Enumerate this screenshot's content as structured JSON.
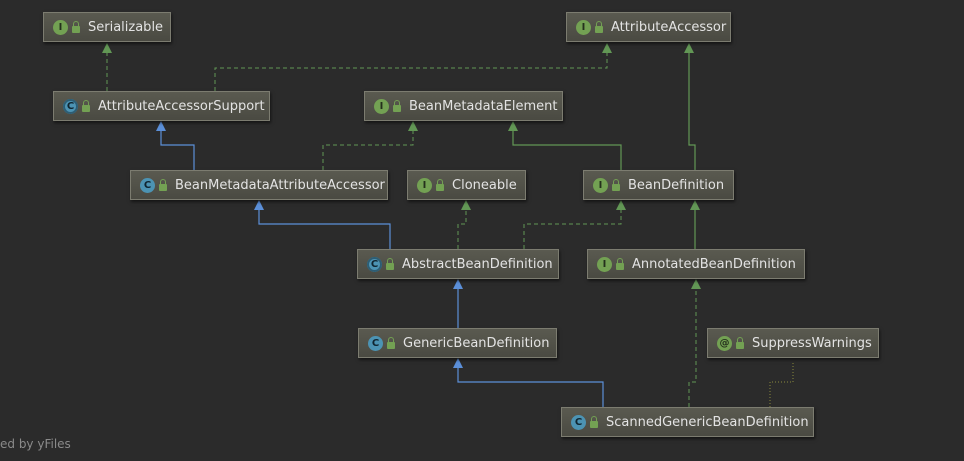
{
  "footer": "ed by yFiles",
  "nodes": {
    "serializable": {
      "label": "Serializable",
      "kind": "I"
    },
    "attribute_accessor": {
      "label": "AttributeAccessor",
      "kind": "I"
    },
    "attribute_accessor_support": {
      "label": "AttributeAccessorSupport",
      "kind": "C"
    },
    "bean_metadata_element": {
      "label": "BeanMetadataElement",
      "kind": "I"
    },
    "bean_metadata_attribute_accessor": {
      "label": "BeanMetadataAttributeAccessor",
      "kind": "C"
    },
    "cloneable": {
      "label": "Cloneable",
      "kind": "I"
    },
    "bean_definition": {
      "label": "BeanDefinition",
      "kind": "I"
    },
    "abstract_bean_definition": {
      "label": "AbstractBeanDefinition",
      "kind": "C"
    },
    "annotated_bean_definition": {
      "label": "AnnotatedBeanDefinition",
      "kind": "I"
    },
    "generic_bean_definition": {
      "label": "GenericBeanDefinition",
      "kind": "C"
    },
    "suppress_warnings": {
      "label": "SuppressWarnings",
      "kind": "@"
    },
    "scanned_generic_bean_definition": {
      "label": "ScannedGenericBeanDefinition",
      "kind": "C"
    }
  },
  "colors": {
    "background": "#2b2b2b",
    "extends_edge": "#5b8fd8",
    "implements_edge": "#629755",
    "annotation_edge": "#8a8a3c"
  }
}
